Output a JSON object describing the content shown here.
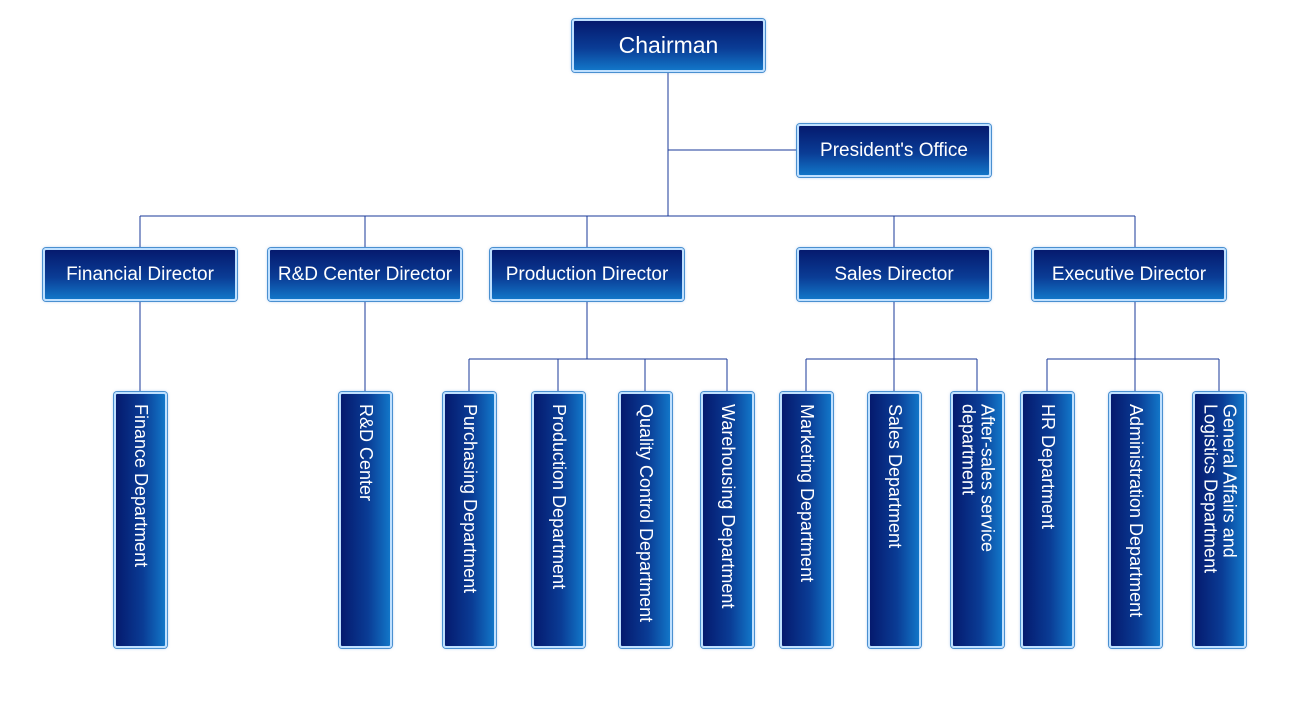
{
  "chart": {
    "root": "Chairman",
    "office": "President's Office",
    "directors": {
      "financial": "Financial Director",
      "rd": "R&D Center Director",
      "production": "Production Director",
      "sales": "Sales Director",
      "executive": "Executive Director"
    },
    "departments": {
      "finance": "Finance Department",
      "rd_center": "R&D Center",
      "purchasing": "Purchasing Department",
      "production": "Production Department",
      "quality": "Quality Control Department",
      "warehousing": "Warehousing Department",
      "marketing": "Marketing Department",
      "sales": "Sales Department",
      "after_sales": "After-sales service department",
      "hr": "HR Department",
      "administration": "Administration Department",
      "general_affairs": "General Affairs and\nLogistics Department"
    }
  },
  "colors": {
    "box_dark": "#051a6e",
    "box_light": "#1276c8",
    "box_border": "#bfe0ff",
    "connector": "#1a3a9a"
  }
}
